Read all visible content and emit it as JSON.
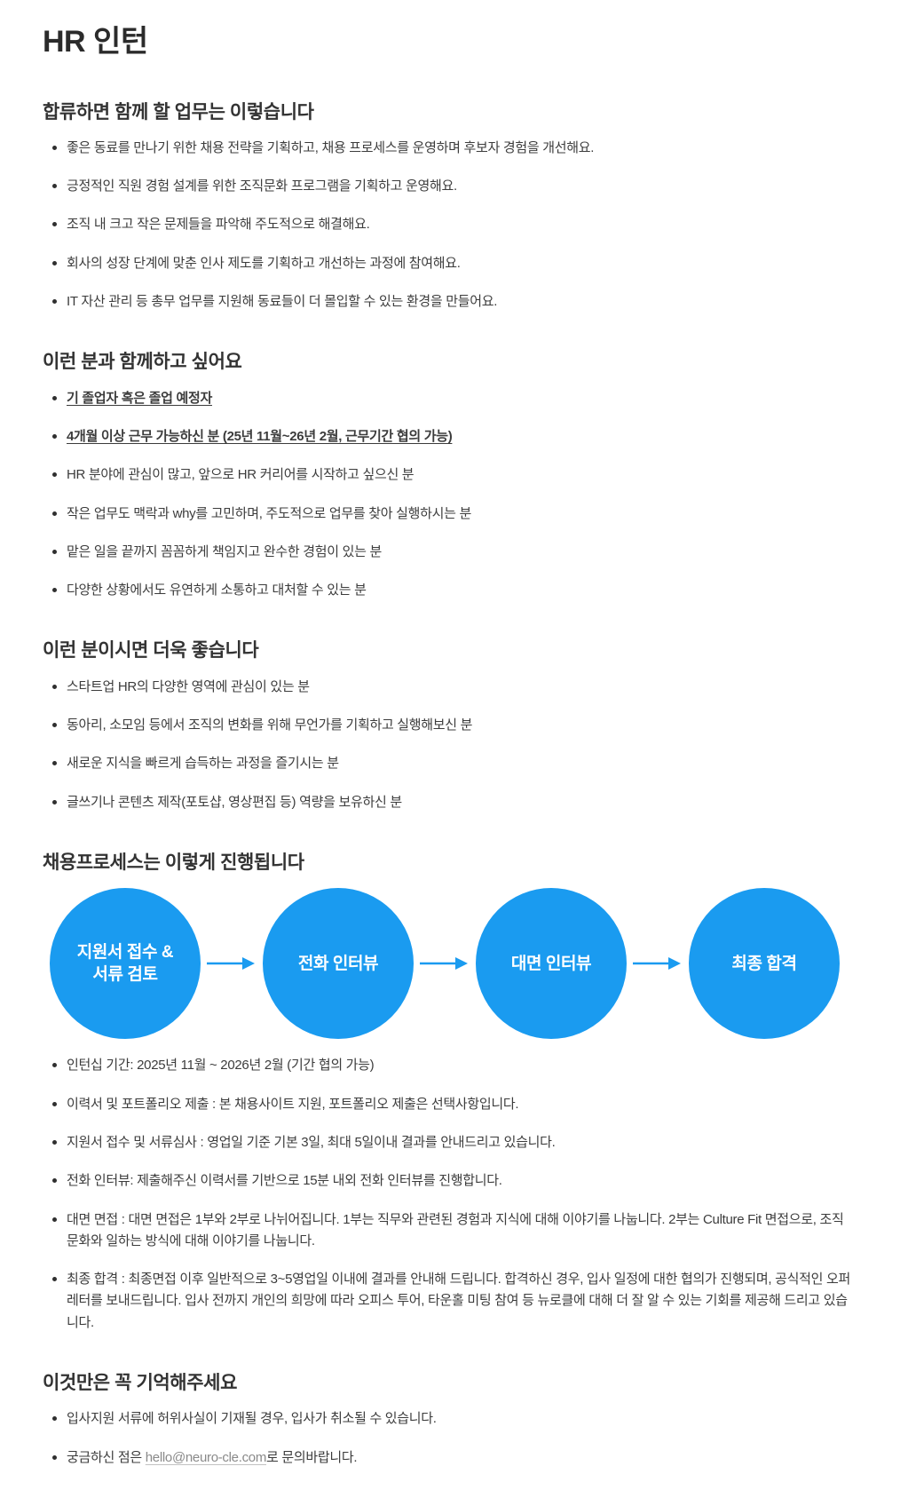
{
  "page": {
    "title": "HR 인턴"
  },
  "theme": {
    "accent": "#1a9bf0",
    "heading_color": "#333333",
    "body_color": "#3c3c3c",
    "link_color": "#8a8a8a"
  },
  "sections": {
    "duties": {
      "heading": "합류하면 함께 할 업무는 이렇습니다",
      "items": [
        "좋은 동료를 만나기 위한 채용 전략을 기획하고, 채용 프로세스를 운영하며 후보자 경험을 개선해요.",
        "긍정적인 직원 경험 설계를 위한 조직문화 프로그램을 기획하고 운영해요.",
        "조직 내 크고 작은 문제들을 파악해 주도적으로 해결해요.",
        "회사의 성장 단계에 맞춘 인사 제도를 기획하고 개선하는 과정에 참여해요.",
        "IT 자산 관리 등 총무 업무를 지원해 동료들이 더 몰입할 수 있는 환경을 만들어요."
      ]
    },
    "requirements": {
      "heading": "이런 분과 함께하고 싶어요",
      "items": [
        "기 졸업자 혹은 졸업 예정자",
        "4개월 이상 근무 가능하신 분 (25년 11월~26년 2월, 근무기간 협의 가능)",
        "HR 분야에 관심이 많고, 앞으로 HR 커리어를 시작하고 싶으신 분",
        "작은 업무도 맥락과 why를 고민하며, 주도적으로 업무를 찾아 실행하시는 분",
        "맡은 일을 끝까지 꼼꼼하게 책임지고 완수한 경험이 있는 분",
        "다양한 상황에서도 유연하게 소통하고 대처할 수 있는 분"
      ]
    },
    "preferred": {
      "heading": "이런 분이시면 더욱 좋습니다",
      "items": [
        "스타트업 HR의 다양한 영역에 관심이 있는 분",
        "동아리, 소모임 등에서 조직의 변화를 위해 무언가를 기획하고 실행해보신 분",
        "새로운 지식을 빠르게 습득하는 과정을 즐기시는 분",
        "글쓰기나 콘텐츠 제작(포토샵, 영상편집 등) 역량을 보유하신 분"
      ]
    },
    "process": {
      "heading": "채용프로세스는 이렇게 진행됩니다",
      "steps": [
        "지원서 접수 &\n서류 검토",
        "전화 인터뷰",
        "대면 인터뷰",
        "최종 합격"
      ],
      "notes": [
        "인턴십 기간: 2025년 11월 ~ 2026년 2월 (기간 협의 가능)",
        "이력서 및 포트폴리오 제출 : 본 채용사이트 지원, 포트폴리오 제출은 선택사항입니다.",
        "지원서 접수 및 서류심사 : 영업일 기준 기본 3일, 최대 5일이내 결과를 안내드리고 있습니다.",
        "전화 인터뷰: 제출해주신 이력서를 기반으로 15분 내외 전화 인터뷰를 진행합니다.",
        "대면 면접 : 대면 면접은 1부와 2부로 나뉘어집니다. 1부는 직무와 관련된 경험과 지식에 대해 이야기를 나눕니다. 2부는 Culture Fit 면접으로, 조직문화와 일하는 방식에 대해 이야기를 나눕니다.",
        "최종 합격 : 최종면접 이후 일반적으로 3~5영업일 이내에 결과를 안내해 드립니다. 합격하신 경우, 입사 일정에 대한 협의가 진행되며, 공식적인 오퍼레터를 보내드립니다. 입사 전까지 개인의 희망에 따라 오피스 투어, 타운홀 미팅 참여 등 뉴로클에 대해 더 잘 알 수 있는 기회를 제공해 드리고 있습니다."
      ]
    },
    "remember": {
      "heading": "이것만은 꼭 기억해주세요",
      "item_1": "입사지원 서류에 허위사실이 기재될 경우, 입사가 취소될 수 있습니다.",
      "item_2_prefix": "궁금하신 점은 ",
      "item_2_email": "hello@neuro-cle.com",
      "item_2_suffix": "로 문의바랍니다."
    }
  }
}
